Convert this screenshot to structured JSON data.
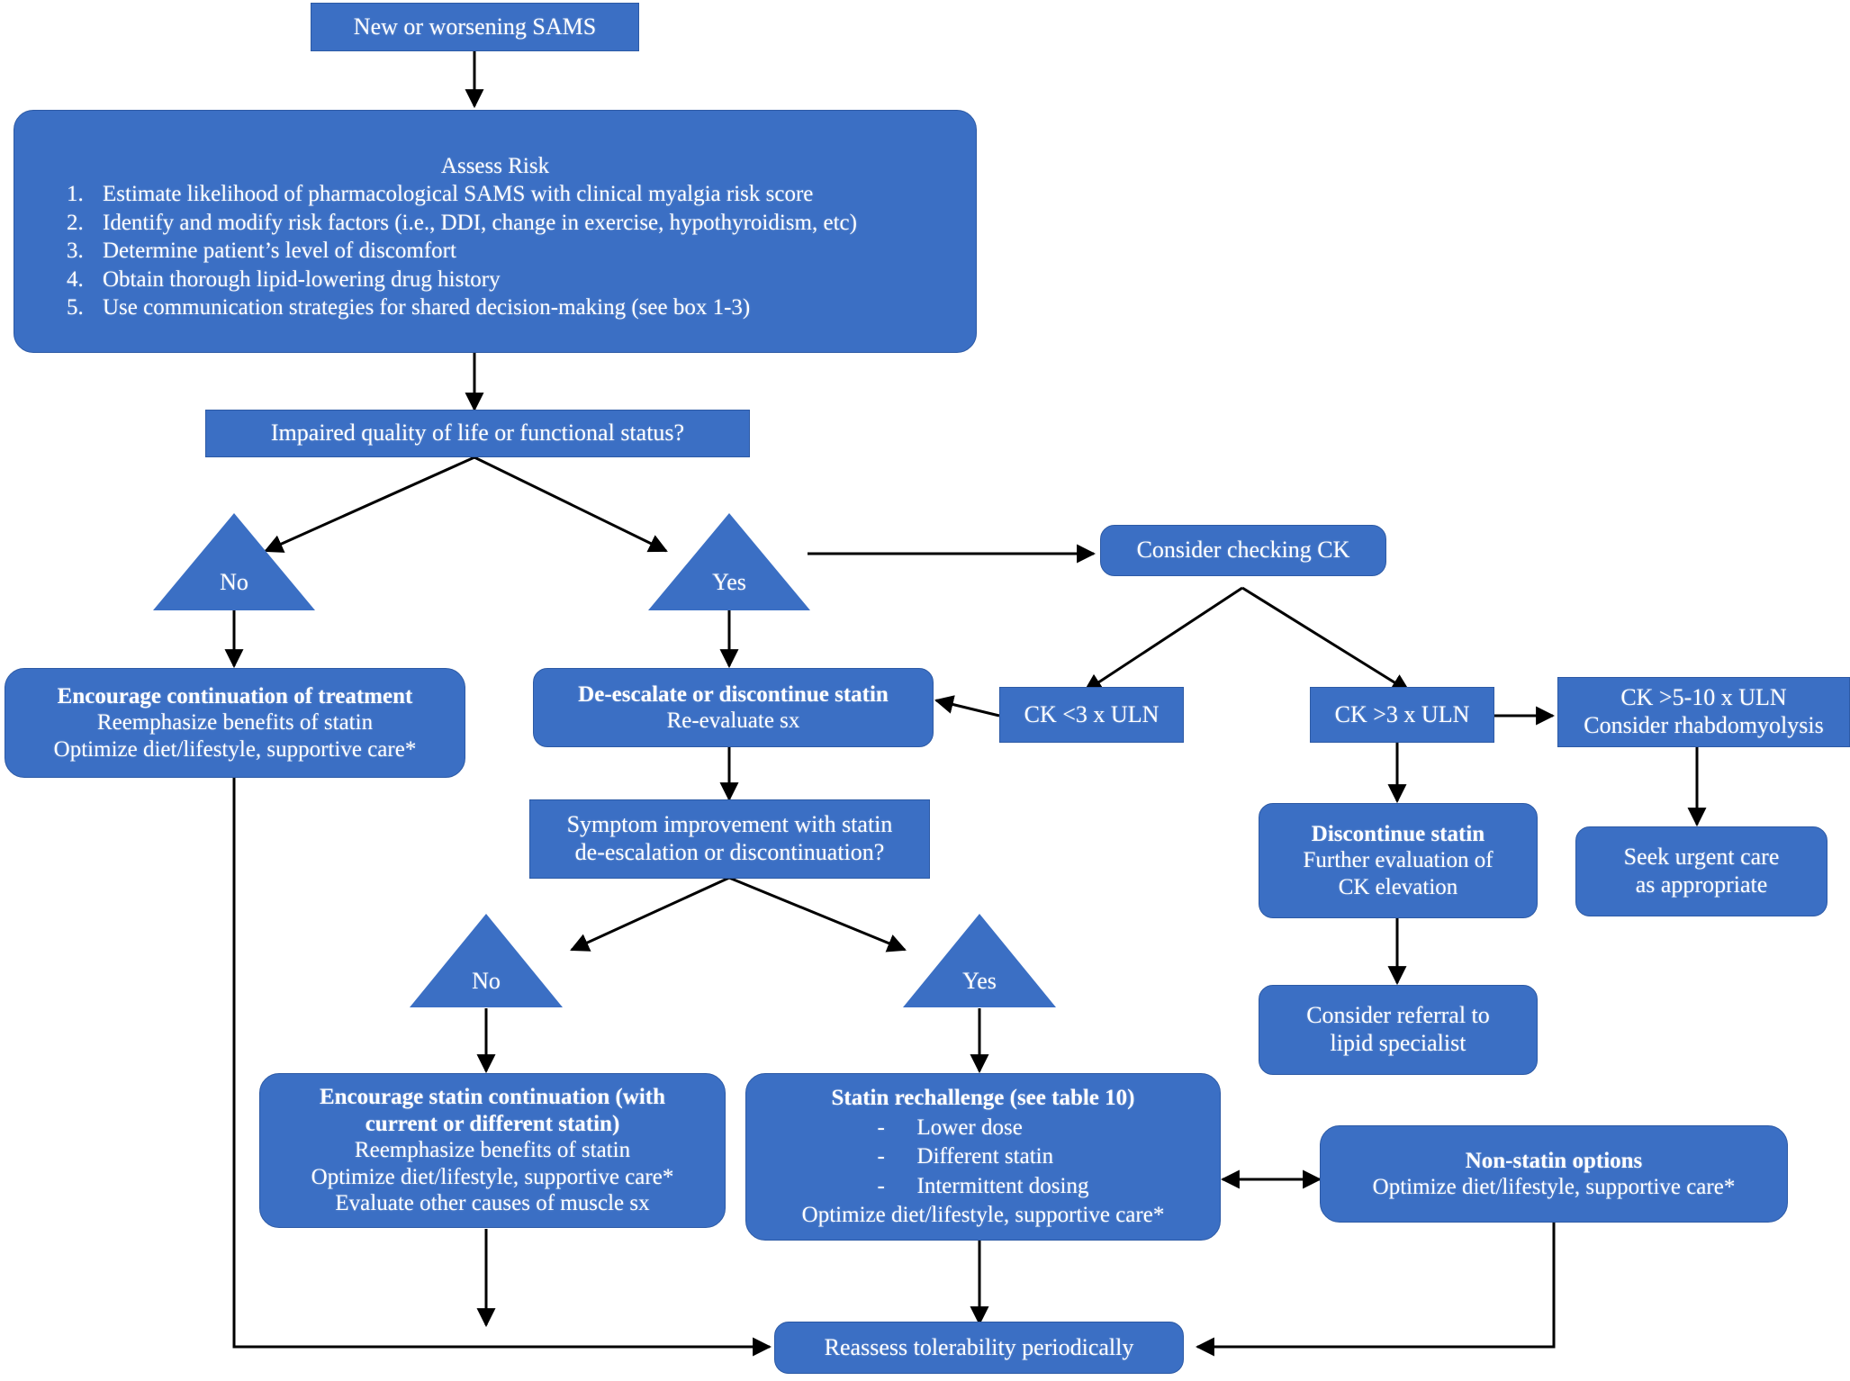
{
  "theme": {
    "node_fill": "#3b6fc4",
    "node_border": "#2d5aa5",
    "text": "#ffffff",
    "wire": "#000000",
    "background": "#ffffff"
  },
  "nodes": {
    "start": {
      "label": "New or worsening SAMS"
    },
    "assess": {
      "title": "Assess Risk",
      "items": [
        {
          "num": "1.",
          "text": "Estimate likelihood of pharmacological SAMS with clinical myalgia risk score"
        },
        {
          "num": "2.",
          "text": "Identify and modify risk factors (i.e., DDI, change in exercise, hypothyroidism, etc)"
        },
        {
          "num": "3.",
          "text": "Determine patient’s level of discomfort"
        },
        {
          "num": "4.",
          "text": "Obtain thorough lipid-lowering drug history"
        },
        {
          "num": "5.",
          "text": "Use communication strategies for shared decision-making (see box 1-3)"
        }
      ]
    },
    "impaired_q": {
      "label": "Impaired quality of life or functional status?"
    },
    "branch_no_1": {
      "label": "No"
    },
    "branch_yes_1": {
      "label": "Yes"
    },
    "consider_ck": {
      "label": "Consider checking CK"
    },
    "encourage_continuation": {
      "line1": "Encourage continuation of treatment",
      "line2": "Reemphasize benefits of statin",
      "line3": "Optimize diet/lifestyle, supportive care*"
    },
    "deescalate": {
      "line1": "De-escalate or discontinue statin",
      "line2": "Re-evaluate sx"
    },
    "ck_lt3": {
      "label": "CK <3 x ULN"
    },
    "ck_gt3": {
      "label": "CK >3 x ULN"
    },
    "ck_gt5_10": {
      "line1": "CK >5-10 x ULN",
      "line2": "Consider rhabdomyolysis"
    },
    "symptom_improve_q": {
      "line1": "Symptom improvement with statin",
      "line2": "de-escalation or discontinuation?"
    },
    "discontinue_statin": {
      "line1": "Discontinue statin",
      "line2": "Further evaluation of",
      "line3": "CK elevation"
    },
    "seek_urgent_care": {
      "line1": "Seek urgent care",
      "line2": "as appropriate"
    },
    "branch_no_2": {
      "label": "No"
    },
    "branch_yes_2": {
      "label": "Yes"
    },
    "referral_lipid": {
      "line1": "Consider referral to",
      "line2": "lipid specialist"
    },
    "encourage_statin_continuation": {
      "line1": "Encourage statin continuation (with",
      "line2": "current or different statin)",
      "line3": "Reemphasize benefits of statin",
      "line4": "Optimize diet/lifestyle, supportive care*",
      "line5": "Evaluate other causes of muscle sx"
    },
    "statin_rechallenge": {
      "title": "Statin rechallenge (see table 10)",
      "items": [
        {
          "dash": "-",
          "text": "Lower dose"
        },
        {
          "dash": "-",
          "text": "Different statin"
        },
        {
          "dash": "-",
          "text": "Intermittent dosing"
        }
      ],
      "footer": "Optimize diet/lifestyle, supportive care*"
    },
    "non_statin_options": {
      "line1": "Non-statin options",
      "line2": "Optimize diet/lifestyle, supportive care*"
    },
    "reassess": {
      "label": "Reassess tolerability periodically"
    }
  }
}
